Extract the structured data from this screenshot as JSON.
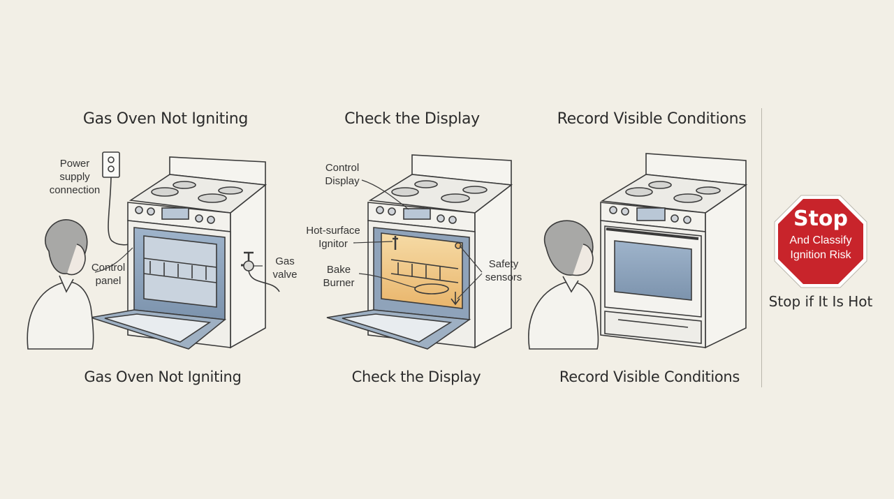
{
  "panels": [
    {
      "title": "Gas Oven Not Igniting",
      "caption": "Gas Oven Not Igniting",
      "callouts": {
        "power": "Power\nsupply\nconnection",
        "control": "Control\npanel",
        "gas": "Gas\nvalve"
      }
    },
    {
      "title": "Check the Display",
      "caption": "Check the Display",
      "callouts": {
        "display": "Control\nDisplay",
        "ignitor": "Hot-surface\nIgnitor",
        "burner": "Bake\nBurner",
        "sensors": "Safety\nsensors"
      }
    },
    {
      "title": "Record Visible Conditions",
      "caption": "Record Visible Conditions",
      "callouts": {}
    }
  ],
  "stop": {
    "word": "Stop",
    "subtitle": "And Classify\nIgnition Risk",
    "caption": "Stop if It Is Hot",
    "color": "#c8242b"
  },
  "colors": {
    "background": "#f2efe6",
    "oven_glow": "#f3cf8f",
    "oven_window": "#8fa6bf"
  }
}
